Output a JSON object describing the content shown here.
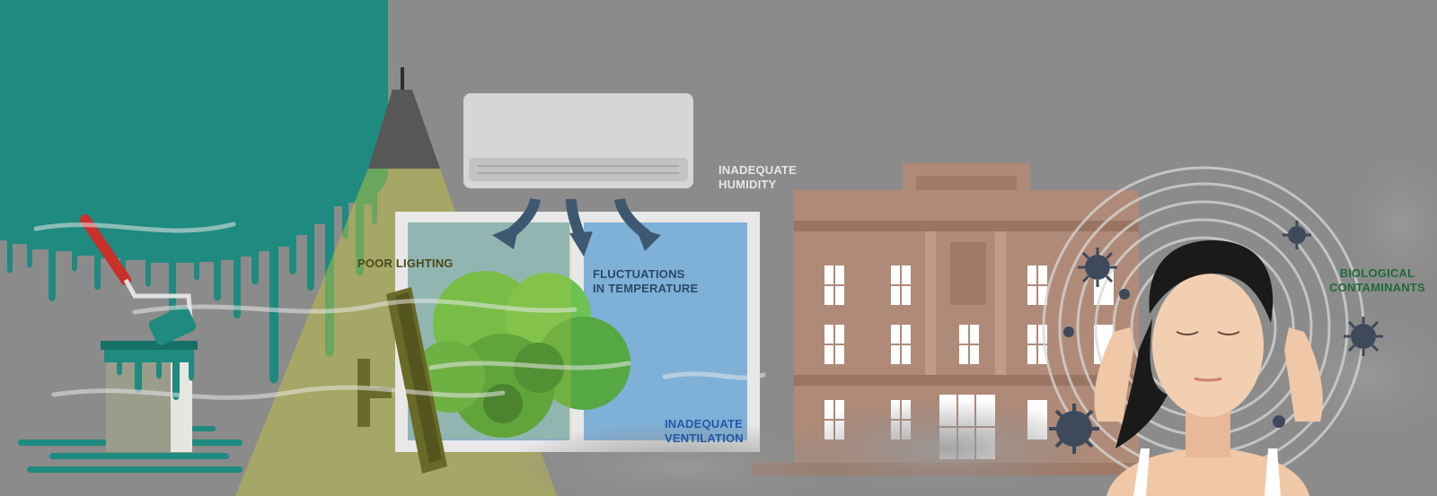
{
  "labels": {
    "poor_lighting": "POOR LIGHTING",
    "humidity_line1": "INADEQUATE",
    "humidity_line2": "HUMIDITY",
    "temperature_line1": "FLUCTUATIONS",
    "temperature_line2": "IN TEMPERATURE",
    "ventilation_line1": "INADEQUATE",
    "ventilation_line2": "VENTILATION",
    "biological_line1": "BIOLOGICAL",
    "biological_line2": "CONTAMINANTS"
  },
  "colors": {
    "background": "#8a8a8a",
    "paint_teal": "#1f8a7f",
    "lighting_label": "#4a4a1a",
    "humidity_label": "#e6e6e6",
    "temperature_label": "#2a4a66",
    "ventilation_label": "#1f5aa8",
    "biological_label": "#1f6a3a",
    "window_sky": "#7fb0d8",
    "building": "#b08a78",
    "ac_unit": "#d6d6d6"
  }
}
